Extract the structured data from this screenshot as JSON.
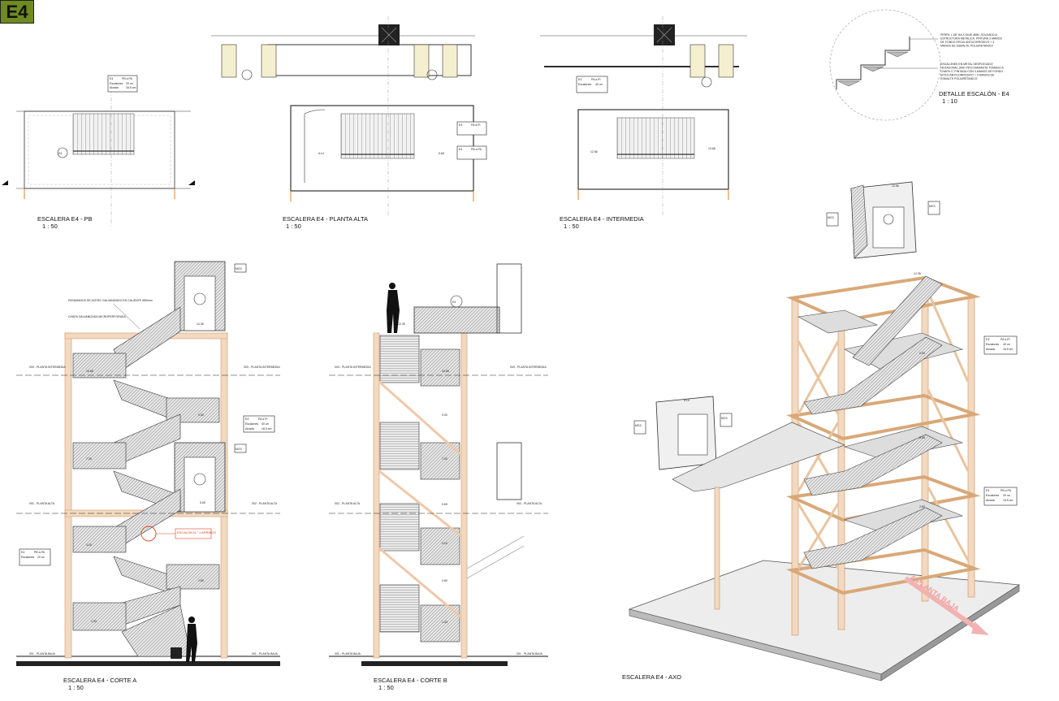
{
  "sheet_badge": "E4",
  "views": {
    "pb": {
      "title": "ESCALERA E4 - PB",
      "scale": "1 : 50"
    },
    "alta": {
      "title": "ESCALERA E4 - PLANTA ALTA",
      "scale": "1 : 50"
    },
    "intermedia": {
      "title": "ESCALERA E4 - INTERMEDIA",
      "scale": "1 : 50"
    },
    "detalle": {
      "title": "DETALLE ESCALÓN - E4",
      "scale": "1 : 10"
    },
    "corte_a": {
      "title": "ESCALERA E4 - CORTE A",
      "scale": "1 : 50"
    },
    "corte_b": {
      "title": "ESCALERA E4 - CORTE B",
      "scale": "1 : 50"
    },
    "axo": {
      "title": "ESCALERA E4 - AXO"
    }
  },
  "tags": {
    "e4": "E4",
    "e4p": "E4'",
    "pb_pa": "PB a PA",
    "pa_pi": "PA a PI",
    "escalones": "Escalones",
    "alzada": "Alzada",
    "pedada": "Pedada",
    "esc_20": "20 un",
    "esc_40": "40 un",
    "alz": "16.5 cm",
    "ped": "28.0 cm",
    "mg": "MG3"
  },
  "levels": {
    "l12_35": "12.35",
    "l10_68": "10.68",
    "l9_00": "9.00",
    "l7_33": "7.33",
    "l5_65": "5.65",
    "l4_16": "4.16",
    "l2_80": "2.80",
    "l1_33": "1.33",
    "l0_00": "0.00",
    "l6_14": "6.14",
    "l12_56": "12.56",
    "l8_56": "8.56"
  },
  "level_lines": {
    "n003": "003 - PLANTA INTERMEDIA",
    "n002": "002 - PLANTA ALTA",
    "n001": "001 - PLANTA BAJA"
  },
  "notes": {
    "pasamanos": "PASAMANOS DE ACERO GALVANIZADO EN CALIENTE Ø50mm",
    "chapa": "CHAPA GALVANIZADA MICROPERFORADA",
    "escalones_metal": "ESCALONES EN METAL DESPLEGADO HEXAGONAL 3000 TIPO DIAMANTE TOMADO A CHAPA 'C' PINTADA CON 3 MANOS DE FONDO EPOXI ANTICORROSIVO + 3 MANOS DE ESMALTE POLIURETANICO",
    "perfil": "PERFIL L DE HA X 5X45 4MM. SOLDADO A ESTRUCTURA METALICA. PINTURA 3 MANOS DE FONDO EPOXI ANTICORROSIVO + 3 MANOS DE ESMALTE POLIURETANICO",
    "hacia_pb": "A PLANTA BAJA",
    "error_note": "ESCALÓN N.° 1 ARRIBOS"
  }
}
